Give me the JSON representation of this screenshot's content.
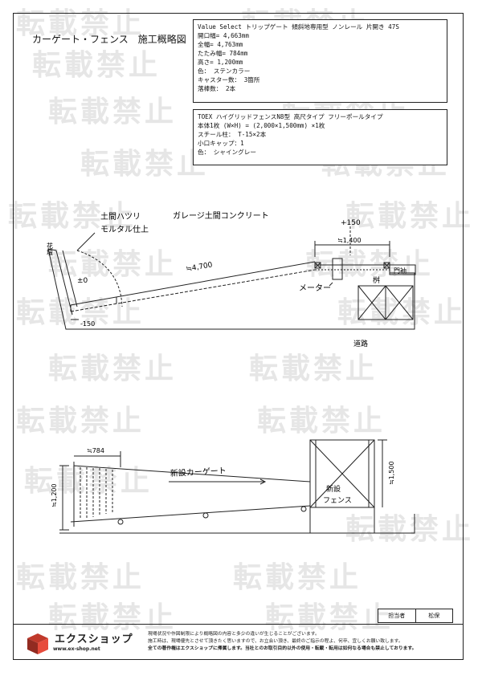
{
  "page_title": "カーゲート・フェンス　施工概略図",
  "watermark": "転載禁止",
  "spec_gate": {
    "lines": [
      "Value Select トリップゲート 傾斜地専用型 ノンレール 片開き 47S",
      "開口幅= 4,663mm",
      "全幅= 4,763mm",
      "たたみ幅= 784mm",
      "高さ= 1,200mm",
      "色： ステンカラー",
      "キャスター数： 3箇所",
      "落棒数： 2本"
    ]
  },
  "spec_fence": {
    "lines": [
      "TOEX ハイグリッドフェンスN8型 高尺タイプ フリーポールタイプ",
      "本体1枚 (W×H) = (2,000×1,500mm) ×1枚",
      "スチール柱： T-15×2本",
      "小口キャップ：1",
      "色： シャイングレー"
    ]
  },
  "plan_view": {
    "flower_bed": "花壇",
    "doma_label_1": "土間ハツリ",
    "doma_label_2": "モルタル仕上",
    "garage_label": "ガレージ土間コンクリート",
    "zero_level": "±0",
    "minus_level": "-150",
    "gate_length": "≒4,700",
    "plus_level": "+150",
    "fence_length": "≒1,400",
    "gatepost": "門袖",
    "meter": "メーター",
    "masu": "桝",
    "road": "道路"
  },
  "elevation_view": {
    "fold_width": "≒784",
    "gate_height": "≒1,200",
    "gate_label": "新設カーゲート",
    "fence_label_1": "新設",
    "fence_label_2": "フェンス",
    "fence_height": "≒1,500"
  },
  "approval": {
    "role": "担当者",
    "name": "松保"
  },
  "brand": {
    "name": "エクスショップ",
    "url": "www.ex-shop.net"
  },
  "notes": [
    "現場状況や作図制限により概略図の内容と多少の違いが生じることがございます。",
    "施工時は、現場優先とさせて頂きたく思いますので、お立会い頂き、最終のご指示の程よ、何卒、宜しくお願い致します。",
    "全ての著作権はエクスショップに帰属します。当社とのお取引目的以外の使用・転載・転用は如何なる場合も禁止しております。"
  ],
  "colors": {
    "line": "#222222",
    "watermark": "#e6e6e6",
    "brand_red": "#c0392b"
  }
}
